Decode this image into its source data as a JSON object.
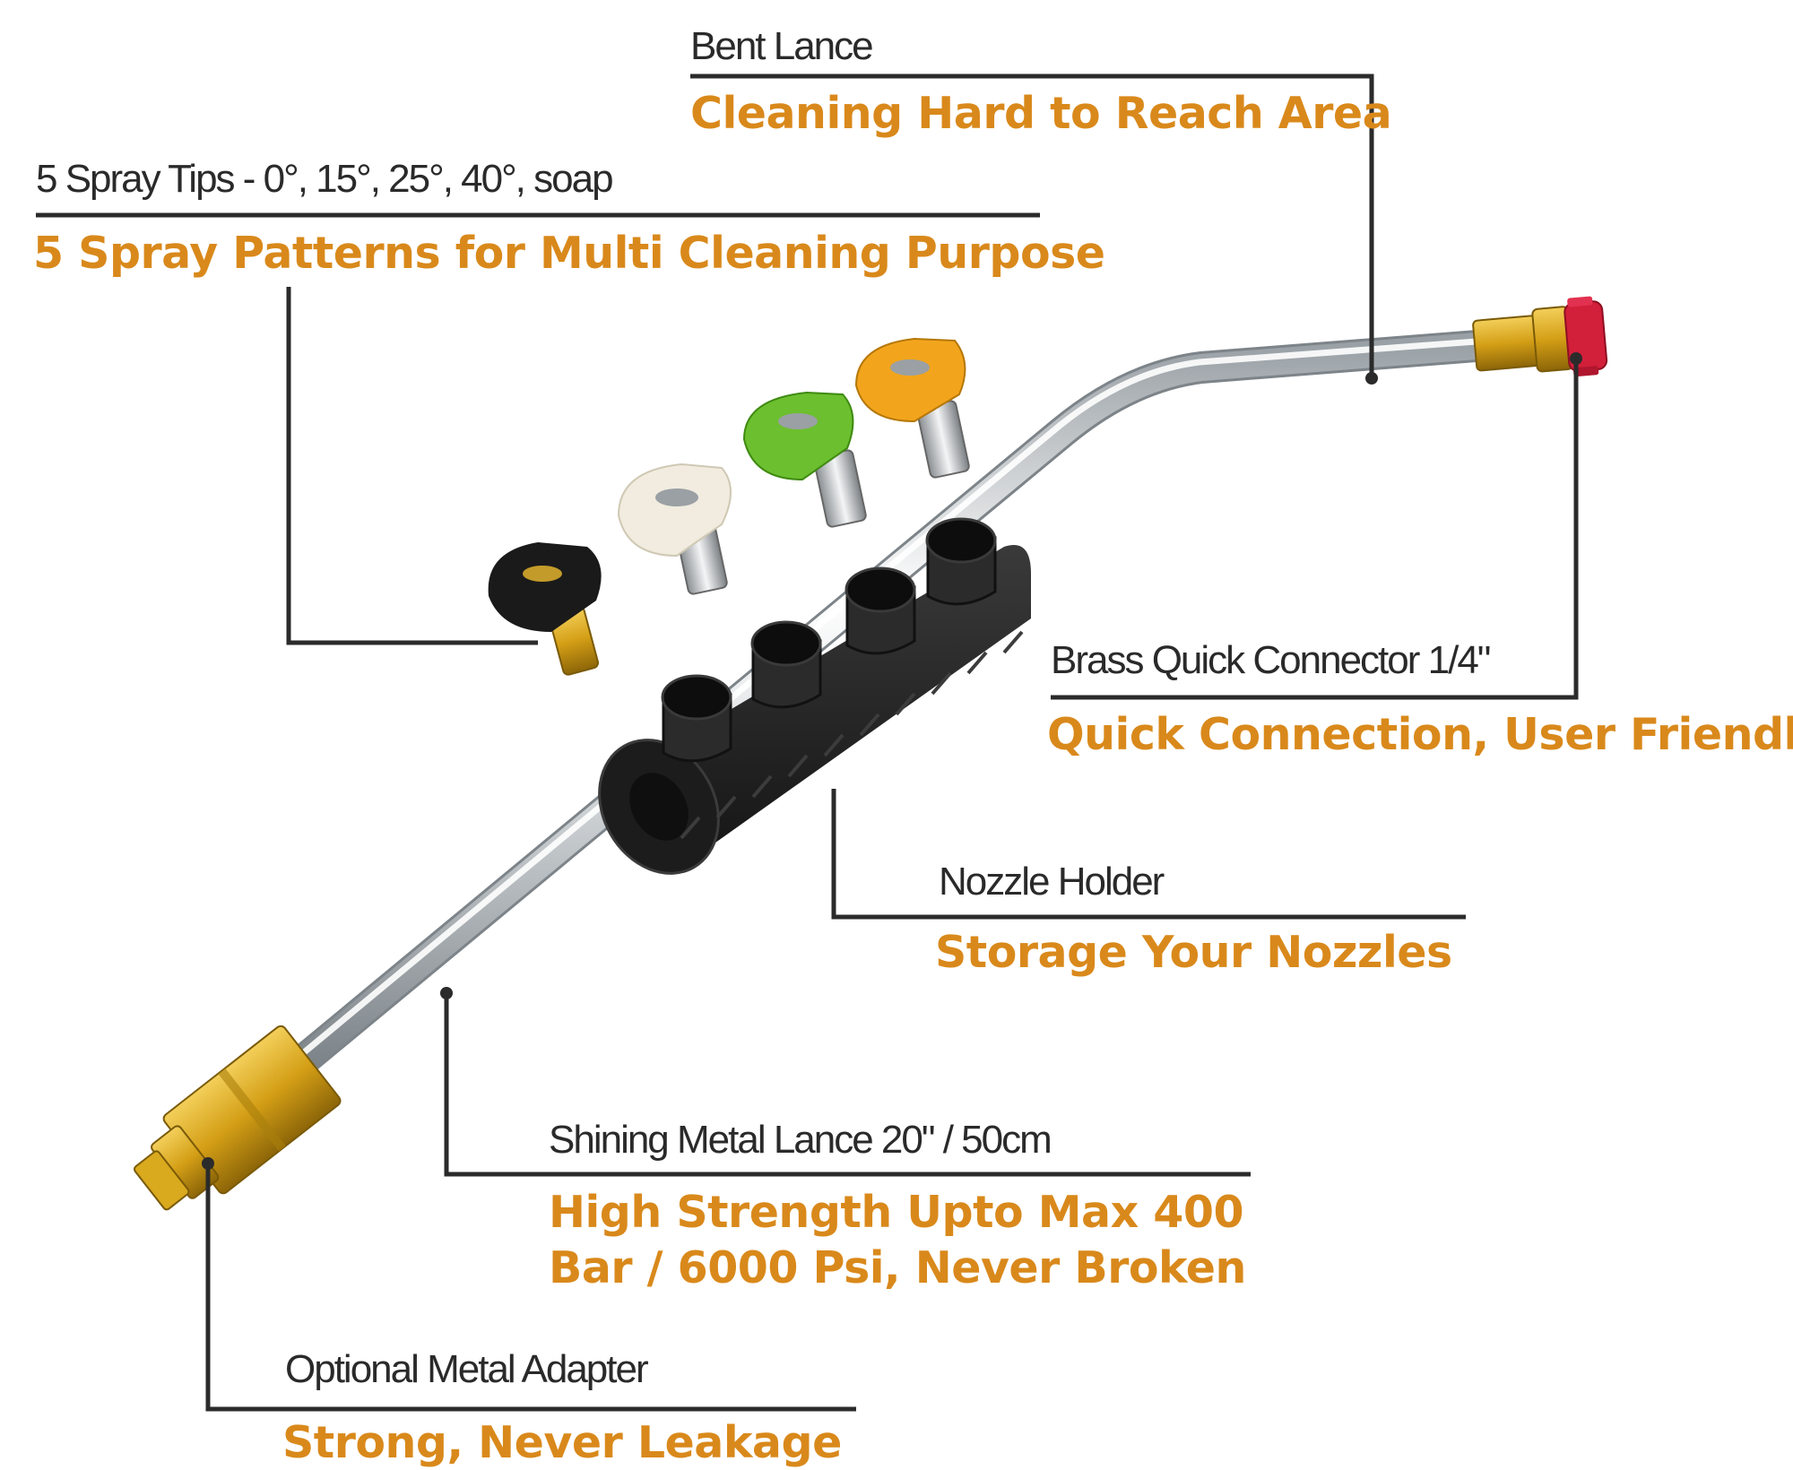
{
  "annotations": {
    "bent_lance": {
      "title": "Bent Lance",
      "subtitle": "Cleaning Hard to Reach Area"
    },
    "spray_tips": {
      "title": "5 Spray Tips - 0°, 15°, 25°, 40°, soap",
      "subtitle": "5 Spray Patterns for Multi Cleaning Purpose"
    },
    "quick_connector": {
      "title": "Brass Quick Connector 1/4\"",
      "subtitle": "Quick Connection, User Friendly"
    },
    "nozzle_holder": {
      "title": "Nozzle Holder",
      "subtitle": "Storage Your Nozzles"
    },
    "metal_lance": {
      "title": "Shining Metal Lance 20\" / 50cm",
      "subtitle_line1": "High Strength  Upto Max 400",
      "subtitle_line2": "Bar /  6000 Psi, Never Broken"
    },
    "metal_adapter": {
      "title": "Optional Metal Adapter",
      "subtitle": "Strong, Never Leakage"
    }
  },
  "colors": {
    "title_text": "#2a2a2a",
    "subtitle_text": "#d9891b",
    "leader_line": "#2b2b2b",
    "tip_black": "#1a1a1a",
    "tip_white": "#f1ecdf",
    "tip_green": "#6cbf2e",
    "tip_yellow": "#f2a51c",
    "tip_red": "#d21f3a",
    "brass": "#d4a41f",
    "lance_steel": "#d9dde0",
    "holder": "#242424"
  }
}
